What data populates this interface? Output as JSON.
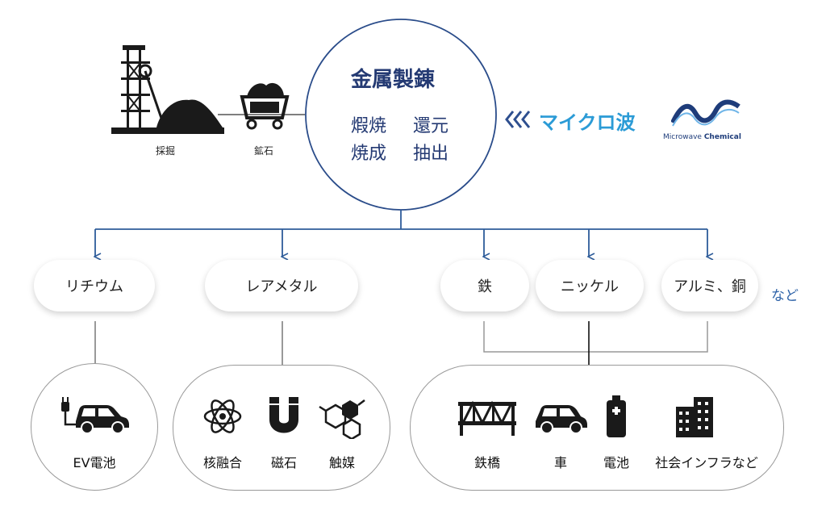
{
  "top": {
    "mining_label": "採掘",
    "ore_label": "鉱石",
    "circle": {
      "title": "金属製錬",
      "processes": [
        "煆焼",
        "還元",
        "焼成",
        "抽出"
      ]
    },
    "microwave_label": "マイクロ波",
    "logo": {
      "text_regular": "Microwave ",
      "text_bold": "Chemical"
    }
  },
  "metals": [
    "リチウム",
    "レアメタル",
    "鉄",
    "ニッケル",
    "アルミ、銅"
  ],
  "etc_label": "など",
  "applications": {
    "group1": [
      {
        "icon": "ev-charger-car-icon",
        "label": "EV電池"
      }
    ],
    "group2": [
      {
        "icon": "atom-icon",
        "label": "核融合"
      },
      {
        "icon": "magnet-icon",
        "label": "磁石"
      },
      {
        "icon": "molecule-icon",
        "label": "触媒"
      }
    ],
    "group3": [
      {
        "icon": "bridge-icon",
        "label": "鉄橋"
      },
      {
        "icon": "car-icon",
        "label": "車"
      },
      {
        "icon": "battery-icon",
        "label": "電池"
      },
      {
        "icon": "buildings-icon",
        "label": "社会インフラなど"
      }
    ]
  },
  "colors": {
    "circle_stroke": "#2a4c8a",
    "arrow_blue": "#2e5c9a",
    "microwave_text": "#2b9bd6",
    "title_text": "#243a73"
  }
}
